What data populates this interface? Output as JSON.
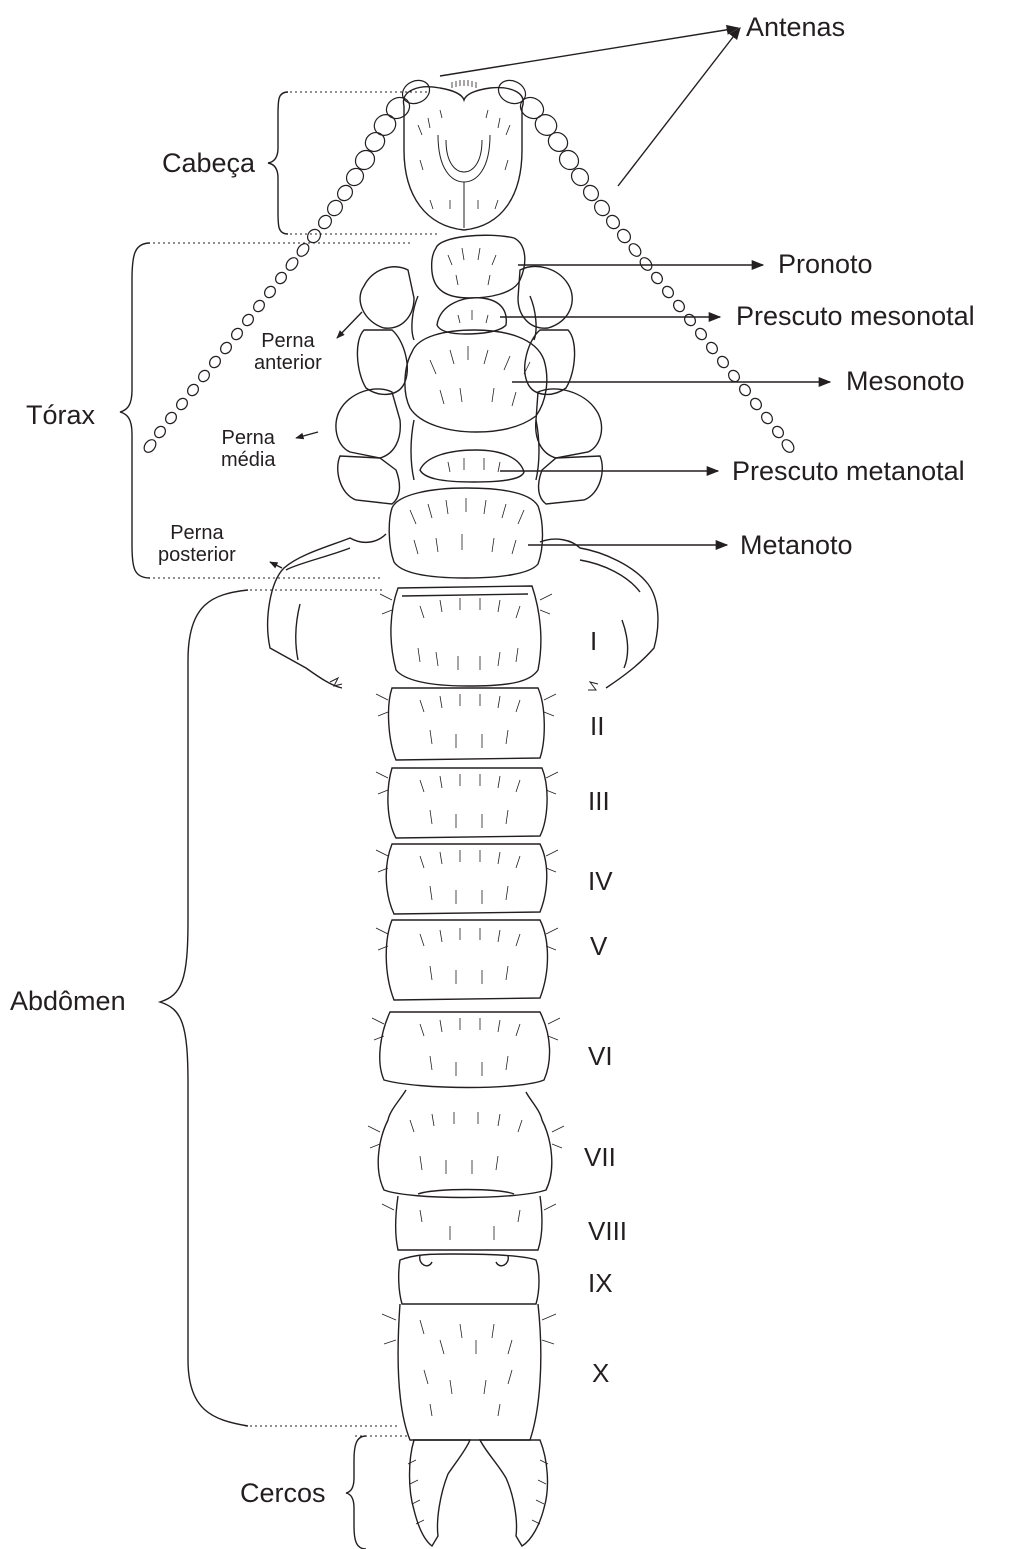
{
  "labels": {
    "antenas": "Antenas",
    "cabeca": "Cabeça",
    "pronoto": "Pronoto",
    "prescuto_mesonotal": "Prescuto mesonotal",
    "mesonoto": "Mesonoto",
    "prescuto_metanotal": "Prescuto metanotal",
    "metanoto": "Metanoto",
    "torax": "Tórax",
    "perna_anterior_1": "Perna",
    "perna_anterior_2": "anterior",
    "perna_media_1": "Perna",
    "perna_media_2": "média",
    "perna_posterior_1": "Perna",
    "perna_posterior_2": "posterior",
    "abdomen": "Abdômen",
    "cercos": "Cercos"
  },
  "segments": [
    "I",
    "II",
    "III",
    "IV",
    "V",
    "VI",
    "VII",
    "VIII",
    "IX",
    "X"
  ],
  "colors": {
    "ink": "#231f20",
    "stipple": "#8a8a8a",
    "paper": "#ffffff"
  }
}
